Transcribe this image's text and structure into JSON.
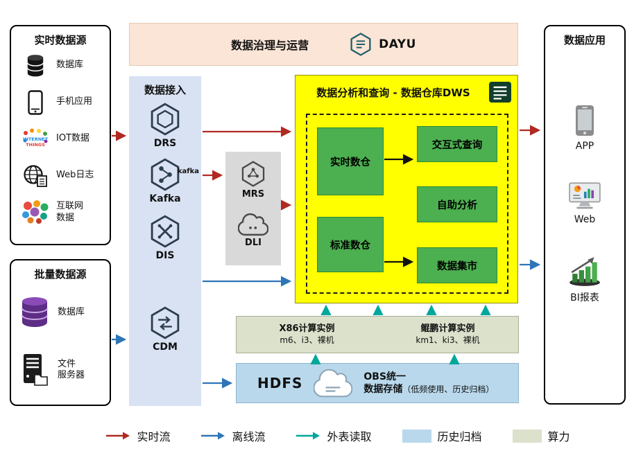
{
  "realtime_sources": {
    "title": "实时数据源",
    "items": [
      {
        "label": "数据库"
      },
      {
        "label": "手机应用"
      },
      {
        "label": "IOT数据",
        "logo_lines": [
          "INTERNET",
          "THINGS"
        ]
      },
      {
        "label": "Web日志"
      },
      {
        "label": "互联网\n数据"
      }
    ]
  },
  "batch_sources": {
    "title": "批量数据源",
    "items": [
      {
        "label": "数据库"
      },
      {
        "label": "文件\n服务器"
      }
    ]
  },
  "governance": {
    "title": "数据治理与运营",
    "product": "DAYU"
  },
  "ingestion": {
    "title": "数据接入",
    "items": [
      {
        "label": "DRS"
      },
      {
        "label": "Kafka",
        "logo_text": "kafka"
      },
      {
        "label": "DIS"
      },
      {
        "label": "CDM"
      }
    ]
  },
  "processing": {
    "items": [
      {
        "label": "MRS"
      },
      {
        "label": "DLI"
      }
    ]
  },
  "dws": {
    "title": "数据分析和查询 - 数据仓库DWS",
    "warehouses": [
      {
        "label": "实时数仓"
      },
      {
        "label": "标准数仓"
      }
    ],
    "services": [
      {
        "label": "交互式查询"
      },
      {
        "label": "自助分析"
      },
      {
        "label": "数据集市"
      }
    ]
  },
  "compute": {
    "x86": {
      "title": "X86计算实例",
      "spec": "m6、i3、裸机"
    },
    "kunpeng": {
      "title": "鲲鹏计算实例",
      "spec": "km1、ki3、裸机"
    }
  },
  "storage": {
    "hdfs": "HDFS",
    "obs_line1": "OBS统一",
    "obs_line2": "数据存储",
    "obs_note": "（低频使用、历史归档）"
  },
  "applications": {
    "title": "数据应用",
    "items": [
      {
        "label": "APP"
      },
      {
        "label": "Web"
      },
      {
        "label": "BI报表"
      }
    ]
  },
  "legend": {
    "items": [
      {
        "label": "实时流",
        "color": "#b02a22",
        "kind": "arrow"
      },
      {
        "label": "离线流",
        "color": "#2e75b6",
        "kind": "arrow"
      },
      {
        "label": "外表读取",
        "color": "#00a79d",
        "kind": "arrow"
      },
      {
        "label": "历史归档",
        "color": "#b9d8ec",
        "kind": "swatch"
      },
      {
        "label": "算力",
        "color": "#dbe1cb",
        "kind": "swatch"
      }
    ]
  }
}
